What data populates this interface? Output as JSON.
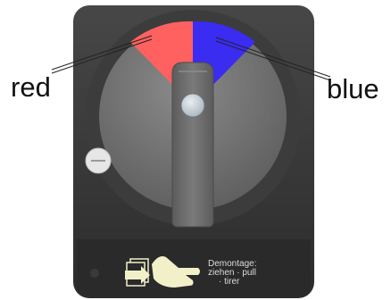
{
  "labels": {
    "red": "red",
    "blue": "blue"
  },
  "device": {
    "dial_sector_left_color": "#ff6060",
    "dial_sector_right_color": "#3a2cf0",
    "minus_symbol": "minus-icon",
    "instruction_icon": "hand-pull-icon"
  },
  "demontage": {
    "title": "Demontage:",
    "line2": "ziehen · pull",
    "line3": "· tirer"
  }
}
